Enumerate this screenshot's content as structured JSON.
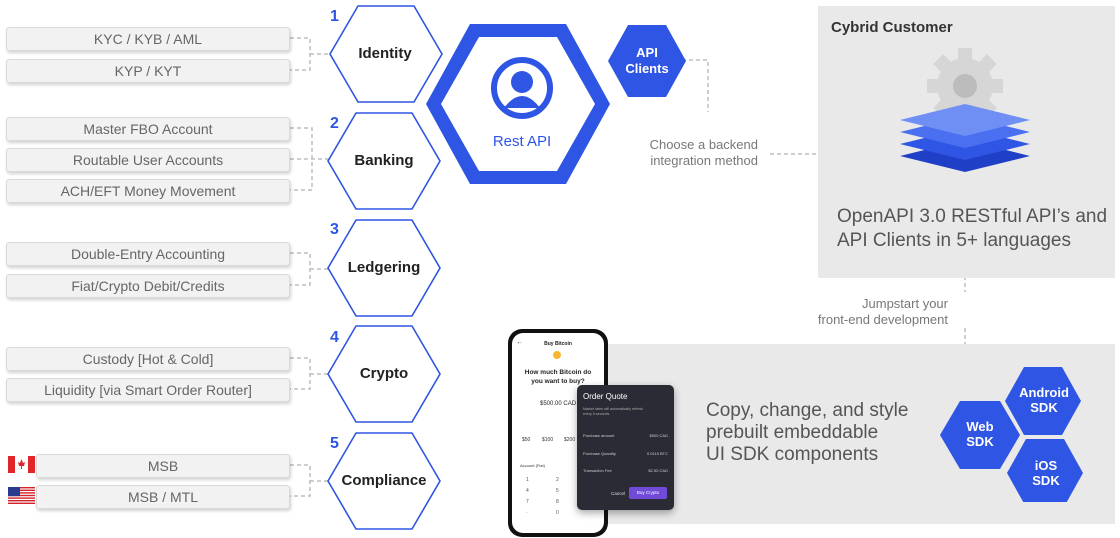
{
  "categories": [
    {
      "number": "1",
      "title": "Identity",
      "items": [
        "KYC / KYB / AML",
        "KYP / KYT"
      ]
    },
    {
      "number": "2",
      "title": "Banking",
      "items": [
        "Master FBO Account",
        "Routable User Accounts",
        "ACH/EFT Money Movement"
      ]
    },
    {
      "number": "3",
      "title": "Ledgering",
      "items": [
        "Double-Entry Accounting",
        "Fiat/Crypto Debit/Credits"
      ]
    },
    {
      "number": "4",
      "title": "Crypto",
      "items": [
        "Custody [Hot & Cold]",
        "Liquidity [via Smart Order Router]"
      ]
    },
    {
      "number": "5",
      "title": "Compliance",
      "items": [
        "MSB",
        "MSB / MTL"
      ]
    }
  ],
  "center": {
    "rest_api": "Rest API",
    "api_clients_line1": "API",
    "api_clients_line2": "Clients",
    "choose_line1": "Choose a backend",
    "choose_line2": "integration method"
  },
  "customer": {
    "title": "Cybrid Customer",
    "desc_line1": "OpenAPI 3.0 RESTful API’s and",
    "desc_line2": "API Clients in 5+ languages"
  },
  "jumpstart": {
    "line1": "Jumpstart your",
    "line2": "front-end development"
  },
  "sdk": {
    "desc_line1": "Copy, change, and style",
    "desc_line2": "prebuilt embeddable",
    "desc_line3": "UI SDK components",
    "android_line1": "Android",
    "android_line2": "SDK",
    "web_line1": "Web",
    "web_line2": "SDK",
    "ios_line1": "iOS",
    "ios_line2": "SDK"
  },
  "phone": {
    "header": "Buy Bitcoin",
    "question_line1": "How much Bitcoin do",
    "question_line2": "you want to buy?",
    "amount": "$500.00 CAD",
    "quick_1": "$50",
    "quick_2": "$100",
    "quick_3": "$200",
    "account_label": "Account (Fiat)"
  },
  "quote": {
    "title": "Order Quote",
    "note_line1": "Market rates will automatically refresh",
    "note_line2": "every 5 seconds.",
    "row1_label": "Purchase amount",
    "row1_value": "$500 CAD",
    "row2_label": "Purchase Quantity",
    "row2_value": "0.0115 BTC",
    "row3_label": "Transaction Fee",
    "row3_value": "$2.50 CAD",
    "cancel": "Cancel",
    "buy": "Buy Crypto"
  },
  "colors": {
    "brand_blue": "#2f55e4",
    "panel_gray": "#e9e9e9",
    "hex_outline": "#2f55e4"
  }
}
